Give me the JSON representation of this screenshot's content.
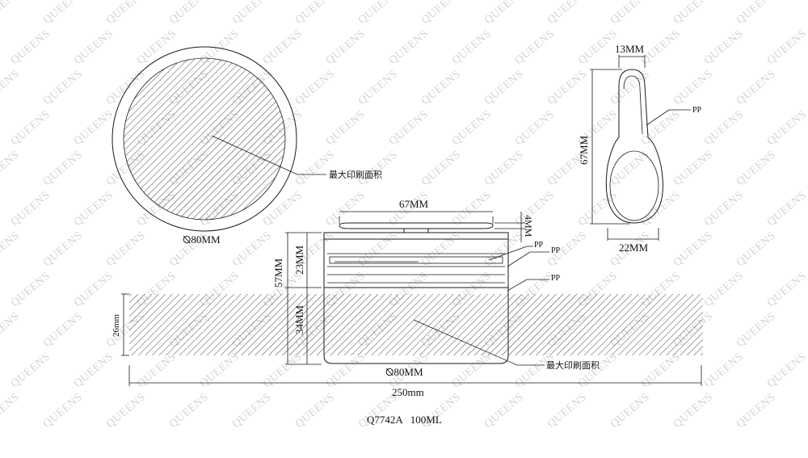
{
  "watermark": {
    "text": "QUEENS"
  },
  "colors": {
    "line": "#1a1a1a",
    "hatch": "#444444",
    "watermark": "#d4d4d4",
    "background": "#ffffff"
  },
  "top_view": {
    "diameter_label": "⦰80MM",
    "print_area_label": "最大印刷面积"
  },
  "side_view": {
    "lid_width_label": "67MM",
    "lid_thickness_label": "4MM",
    "total_height_label": "57MM",
    "cap_height_label": "23MM",
    "body_height_label": "34MM",
    "print_height_label": "26mm",
    "print_width_label": "250mm",
    "diameter_label": "⦰80MM",
    "material_inner": "PP",
    "material_cap": "PP",
    "material_body": "PP",
    "print_area_label": "最大印刷面积"
  },
  "spoon": {
    "handle_width_label": "13MM",
    "length_label": "67MM",
    "bowl_width_label": "22MM",
    "material": "PP"
  },
  "product": {
    "caption": "Q7742A   100ML"
  }
}
